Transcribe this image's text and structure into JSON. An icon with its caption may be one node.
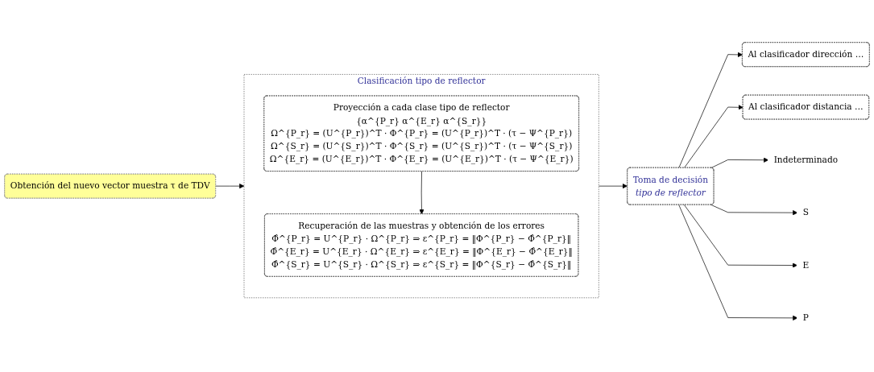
{
  "diagram": {
    "nodes": [
      {
        "text": [
          "Obtención del nuevo vector muestra τ de TDV"
        ]
      },
      {
        "text": [
          "Clasificación tipo de reflector"
        ]
      },
      {
        "text": [
          "Proyección a cada clase tipo de reflector",
          "{α^{P_r} α^{E_r} α^{S_r}}",
          "Ω^{P_r} = (U^{P_r})^T · Φ^{P_r} = (U^{P_r})^T · (τ − Ψ^{P_r})",
          "Ω^{S_r} = (U^{S_r})^T · Φ^{S_r} = (U^{S_r})^T · (τ − Ψ^{S_r})",
          "Ω^{E_r} = (U^{E_r})^T · Φ^{E_r} = (U^{E_r})^T · (τ − Ψ^{E_r})"
        ],
        "in": 1
      },
      {
        "text": [
          "Recuperación de las muestras y obtención de los errores",
          "Φ̂^{P_r} = U^{P_r} · Ω^{P_r} ⇒ ε^{P_r} = ‖Φ^{P_r} − Φ̂^{P_r}‖",
          "Φ̂^{E_r} = U^{E_r} · Ω^{E_r} ⇒ ε^{E_r} = ‖Φ^{E_r} − Φ̂^{E_r}‖",
          "Φ̂^{S_r} = U^{S_r} · Ω^{S_r} ⇒ ε^{S_r} = ‖Φ^{S_r} − Φ̂^{S_r}‖"
        ],
        "in": 1
      },
      {
        "text": [
          "Toma de decisión",
          "tipo de reflector"
        ]
      },
      {
        "text": [
          "Al clasificador dirección …"
        ]
      },
      {
        "text": [
          "Al clasificador distancia …"
        ]
      },
      {
        "text": [
          "Indeterminado"
        ]
      },
      {
        "text": [
          "S"
        ]
      },
      {
        "text": [
          "E"
        ]
      },
      {
        "text": [
          "P"
        ]
      }
    ],
    "edges": [
      {
        "from": 0,
        "to": 1,
        "arrow": "to"
      },
      {
        "from": 2,
        "to": 3,
        "arrow": "to"
      },
      {
        "from": 1,
        "to": 4,
        "arrow": "to"
      },
      {
        "from": 4,
        "to": 5,
        "arrow": "to"
      },
      {
        "from": 4,
        "to": 6,
        "arrow": "to"
      },
      {
        "from": 4,
        "to": 7,
        "arrow": "to"
      },
      {
        "from": 4,
        "to": 8,
        "arrow": "to"
      },
      {
        "from": 4,
        "to": 9,
        "arrow": "to"
      },
      {
        "from": 4,
        "to": 10,
        "arrow": "to"
      }
    ]
  }
}
